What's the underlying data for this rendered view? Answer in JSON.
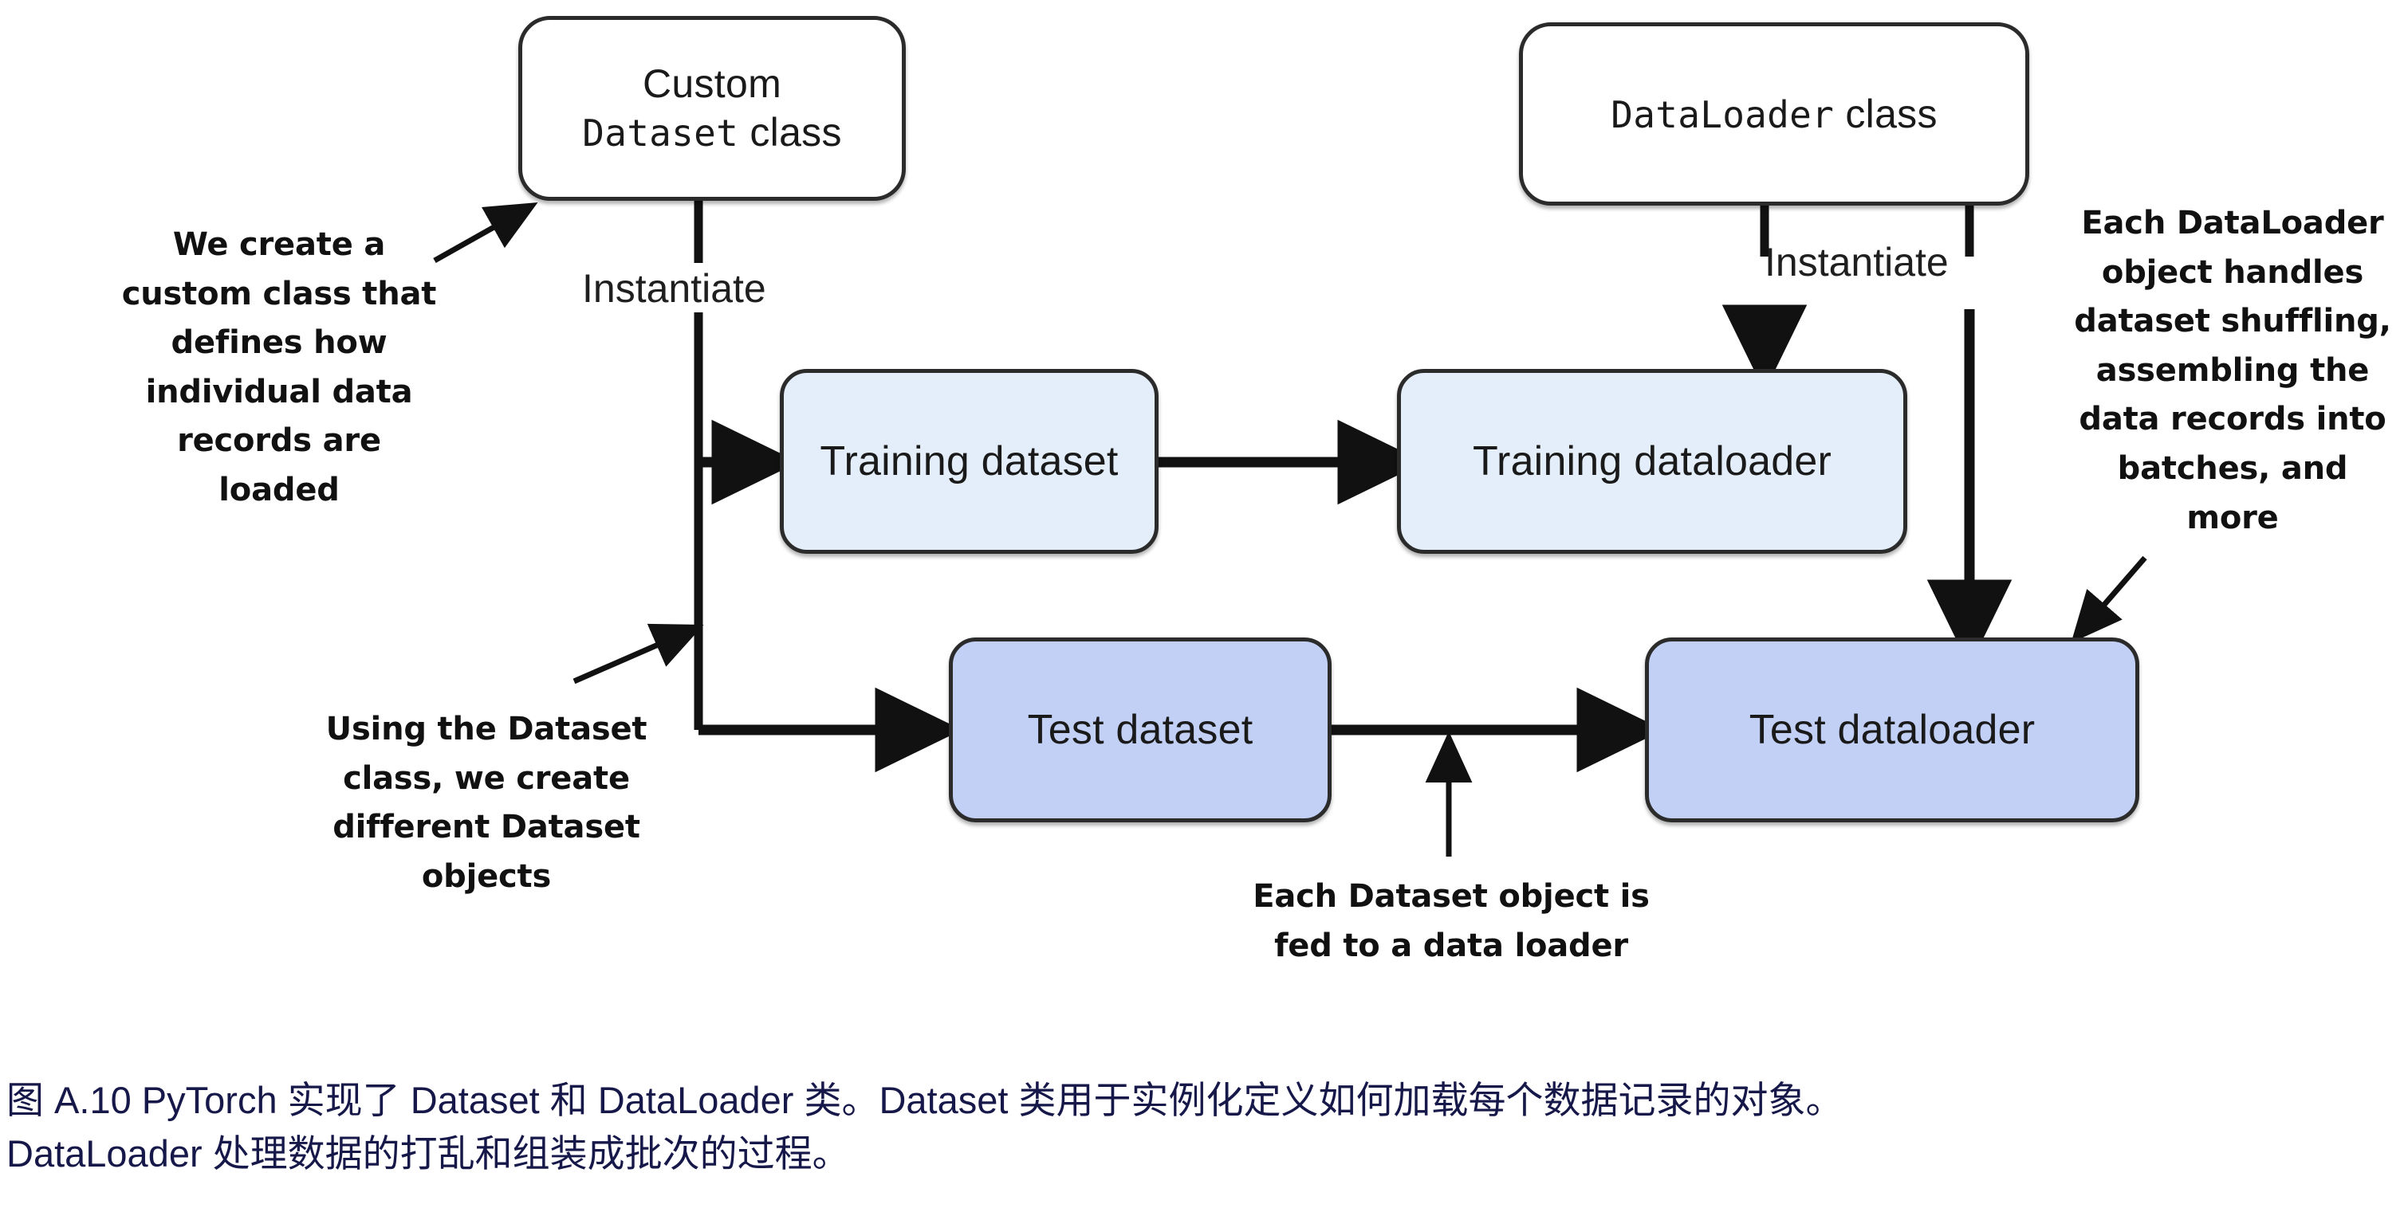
{
  "figure": {
    "nodes": {
      "custom_dataset_class": {
        "line1": "Custom",
        "line2_mono": "Dataset",
        "line2_tail": " class"
      },
      "dataloader_class": {
        "mono": "DataLoader",
        "tail": " class"
      },
      "training_dataset": {
        "label": "Training dataset"
      },
      "training_dataloader": {
        "label": "Training dataloader"
      },
      "test_dataset": {
        "label": "Test dataset"
      },
      "test_dataloader": {
        "label": "Test dataloader"
      }
    },
    "edge_labels": {
      "instantiate_left": "Instantiate",
      "instantiate_right": "Instantiate"
    },
    "callouts": {
      "create_custom_class": "We create a\ncustom class that\ndefines how\nindividual data\nrecords are loaded",
      "using_dataset_class": "Using the Dataset\nclass, we create\ndifferent Dataset\nobjects",
      "each_dataloader": "Each DataLoader\nobject handles\ndataset shuffling,\nassembling the\ndata records into\nbatches, and more",
      "each_dataset_object": "Each Dataset object is\nfed to a data loader"
    },
    "colors": {
      "training_fill": "#e3eefa",
      "test_fill": "#c2d0f5",
      "class_fill": "#ffffff",
      "stroke": "#2b2b2b",
      "caption": "#17184a"
    }
  },
  "caption": {
    "line1": "图 A.10 PyTorch 实现了 Dataset 和 DataLoader 类。Dataset 类用于实例化定义如何加载每个数据记录的对象。",
    "line2": "DataLoader 处理数据的打乱和组装成批次的过程。"
  }
}
